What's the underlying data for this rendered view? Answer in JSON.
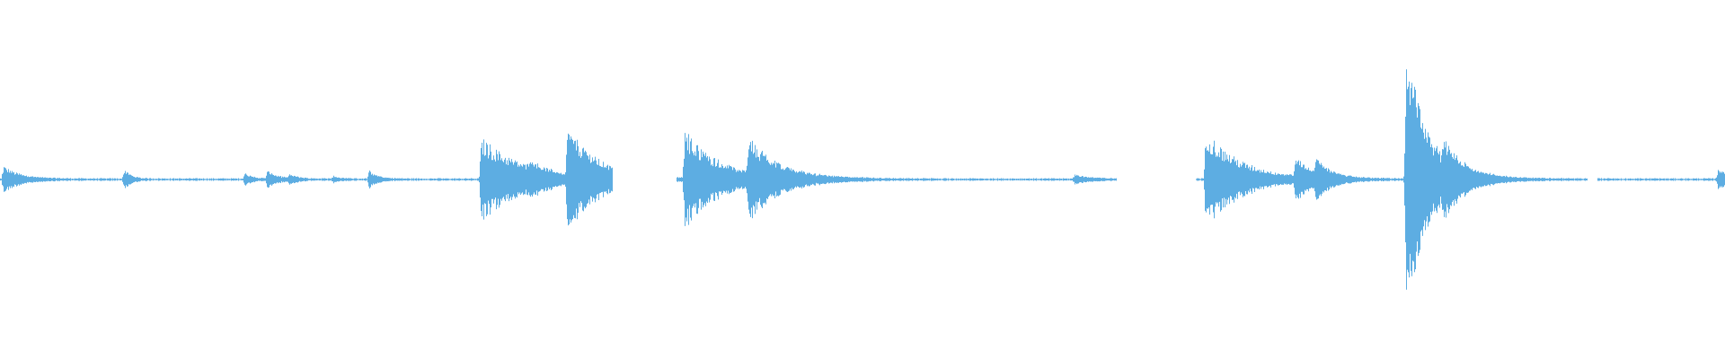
{
  "waveform": {
    "color": "#5dade2",
    "background": "#ffffff",
    "segments": [
      [
        0.0,
        0.355
      ],
      [
        0.392,
        0.647
      ],
      [
        0.693,
        0.92
      ],
      [
        0.926,
        1.0
      ]
    ],
    "transients": [
      {
        "t": 0.002,
        "amp": 0.08,
        "decay": 0.01
      },
      {
        "t": 0.072,
        "amp": 0.06,
        "decay": 0.004
      },
      {
        "t": 0.142,
        "amp": 0.04,
        "decay": 0.004
      },
      {
        "t": 0.155,
        "amp": 0.05,
        "decay": 0.006
      },
      {
        "t": 0.168,
        "amp": 0.03,
        "decay": 0.004
      },
      {
        "t": 0.193,
        "amp": 0.02,
        "decay": 0.004
      },
      {
        "t": 0.214,
        "amp": 0.05,
        "decay": 0.005
      },
      {
        "t": 0.279,
        "amp": 0.26,
        "decay": 0.025
      },
      {
        "t": 0.307,
        "amp": 0.06,
        "decay": 0.006
      },
      {
        "t": 0.329,
        "amp": 0.29,
        "decay": 0.018
      },
      {
        "t": 0.397,
        "amp": 0.3,
        "decay": 0.02
      },
      {
        "t": 0.434,
        "amp": 0.22,
        "decay": 0.018
      },
      {
        "t": 0.623,
        "amp": 0.03,
        "decay": 0.008
      },
      {
        "t": 0.699,
        "amp": 0.31,
        "decay": 0.02
      },
      {
        "t": 0.751,
        "amp": 0.12,
        "decay": 0.01
      },
      {
        "t": 0.763,
        "amp": 0.1,
        "decay": 0.008
      },
      {
        "t": 0.815,
        "amp": 0.74,
        "decay": 0.01
      },
      {
        "t": 0.818,
        "amp": 0.2,
        "decay": 0.018
      },
      {
        "t": 0.837,
        "amp": 0.12,
        "decay": 0.012
      },
      {
        "t": 0.996,
        "amp": 0.07,
        "decay": 0.006
      }
    ],
    "noise_floor": 0.006
  }
}
